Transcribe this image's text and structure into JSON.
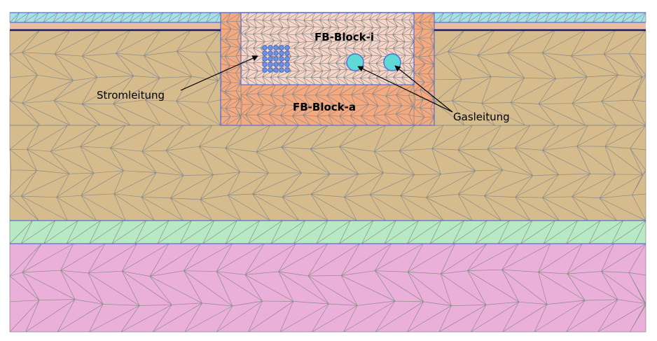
{
  "labels": {
    "block_inner": "FB-Block-i",
    "block_outer": "FB-Block-a",
    "power_cable": "Stromleitung",
    "gas_pipe": "Gasleitung"
  },
  "layers": [
    {
      "name": "top-surface-layer",
      "color": "#a6e1ea"
    },
    {
      "name": "thin-layer",
      "color": "#e9bfa4"
    },
    {
      "name": "main-soil-layer",
      "color": "#d6bc8c"
    },
    {
      "name": "green-layer",
      "color": "#b7e9c4"
    },
    {
      "name": "bottom-soil-layer",
      "color": "#ebb0d9"
    }
  ],
  "colors": {
    "block_outer": "#f5a97f",
    "block_inner": "#f7d6c8",
    "mesh_line": "#8a8a8a",
    "boundary": "#5570d8",
    "surface_line": "#1a1a6e",
    "cable": "#6a93e6",
    "gas_pipe": "#5fd9d6"
  },
  "cable_grid": {
    "rows": 5,
    "cols": 5
  },
  "gas_pipe_count": 2
}
